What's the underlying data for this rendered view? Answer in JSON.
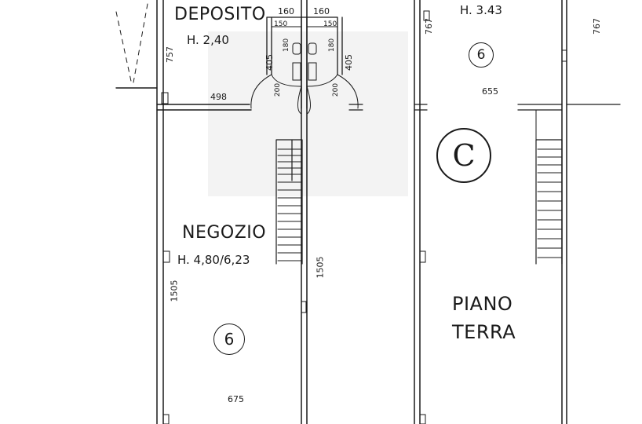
{
  "rooms": {
    "deposito": {
      "name": "DEPOSITO",
      "height": "H. 2,40"
    },
    "top_right": {
      "height": "H. 3.43",
      "ref": "6"
    },
    "negozio": {
      "name": "NEGOZIO",
      "height": "H. 4,80/6,23",
      "ref": "6"
    },
    "unit": {
      "letter": "C"
    },
    "piano": {
      "line1": "PIANO",
      "line2": "TERRA"
    }
  },
  "dimensions": {
    "d757": "757",
    "d498": "498",
    "d160a": "160",
    "d160b": "160",
    "d150a": "150",
    "d150b": "150",
    "d180a": "180",
    "d180b": "180",
    "d405a": "405",
    "d405b": "405",
    "d200a": "200",
    "d200b": "200",
    "d1505a": "1505",
    "d1505b": "1505",
    "d675": "675",
    "d767a": "767",
    "d767b": "767",
    "d655": "655"
  }
}
